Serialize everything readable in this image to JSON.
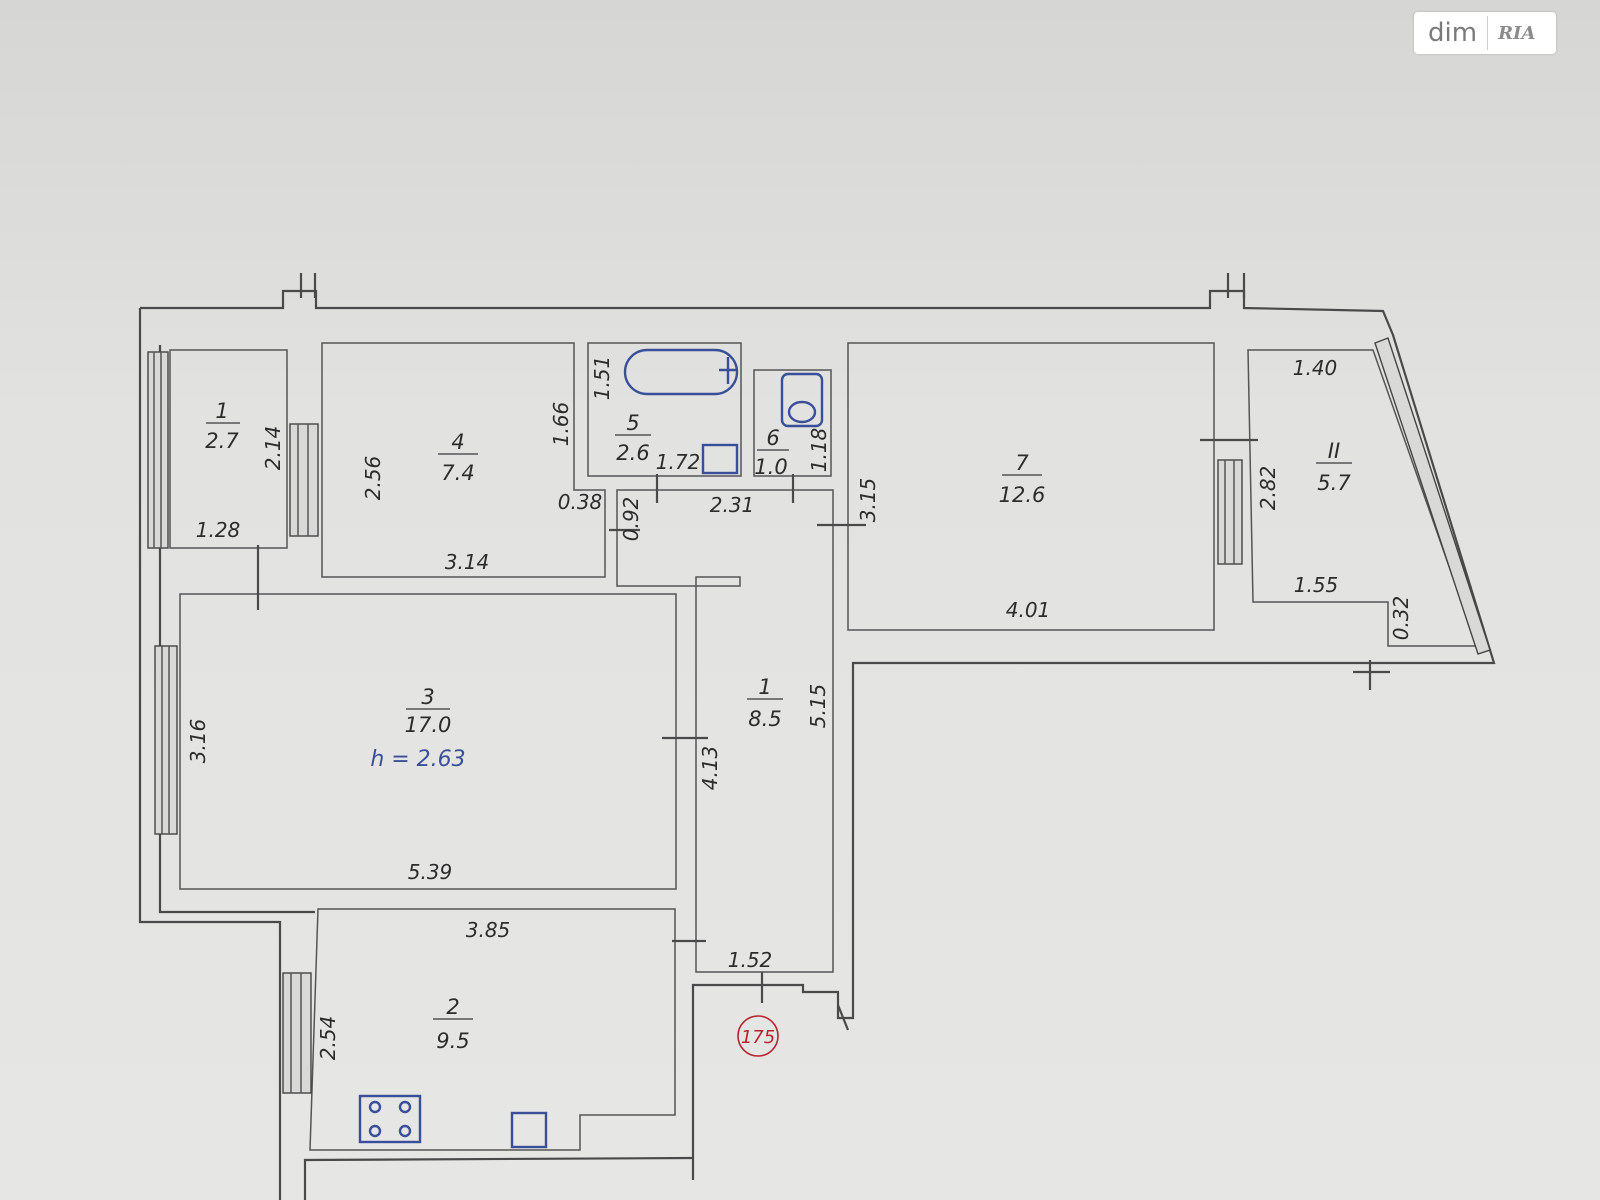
{
  "brand": {
    "logo_dim": "dim",
    "logo_ria": "RIA"
  },
  "rooms": [
    {
      "number": "1",
      "area": "2.7"
    },
    {
      "number": "4",
      "area": "7.4"
    },
    {
      "number": "5",
      "area": "2.6"
    },
    {
      "number": "6",
      "area": "1.0"
    },
    {
      "number": "7",
      "area": "12.6"
    },
    {
      "number": "II",
      "area": "5.7"
    },
    {
      "number": "3",
      "area": "17.0"
    },
    {
      "number": "1",
      "area": "8.5"
    },
    {
      "number": "2",
      "area": "9.5"
    }
  ],
  "height_note": "h = 2.63",
  "dimensions": [
    "2.14",
    "1.28",
    "2.56",
    "3.14",
    "1.66",
    "0.38",
    "0.92",
    "1.51",
    "1.72",
    "2.31",
    "1.18",
    "3.15",
    "4.01",
    "1.40",
    "2.82",
    "1.55",
    "0.32",
    "3.16",
    "5.39",
    "4.13",
    "5.15",
    "3.85",
    "1.52",
    "2.54"
  ],
  "stamp": "175",
  "colors": {
    "walls": "#4a4a4a",
    "fixtures": "#3a4f9a",
    "stamp": "#b8232f"
  }
}
